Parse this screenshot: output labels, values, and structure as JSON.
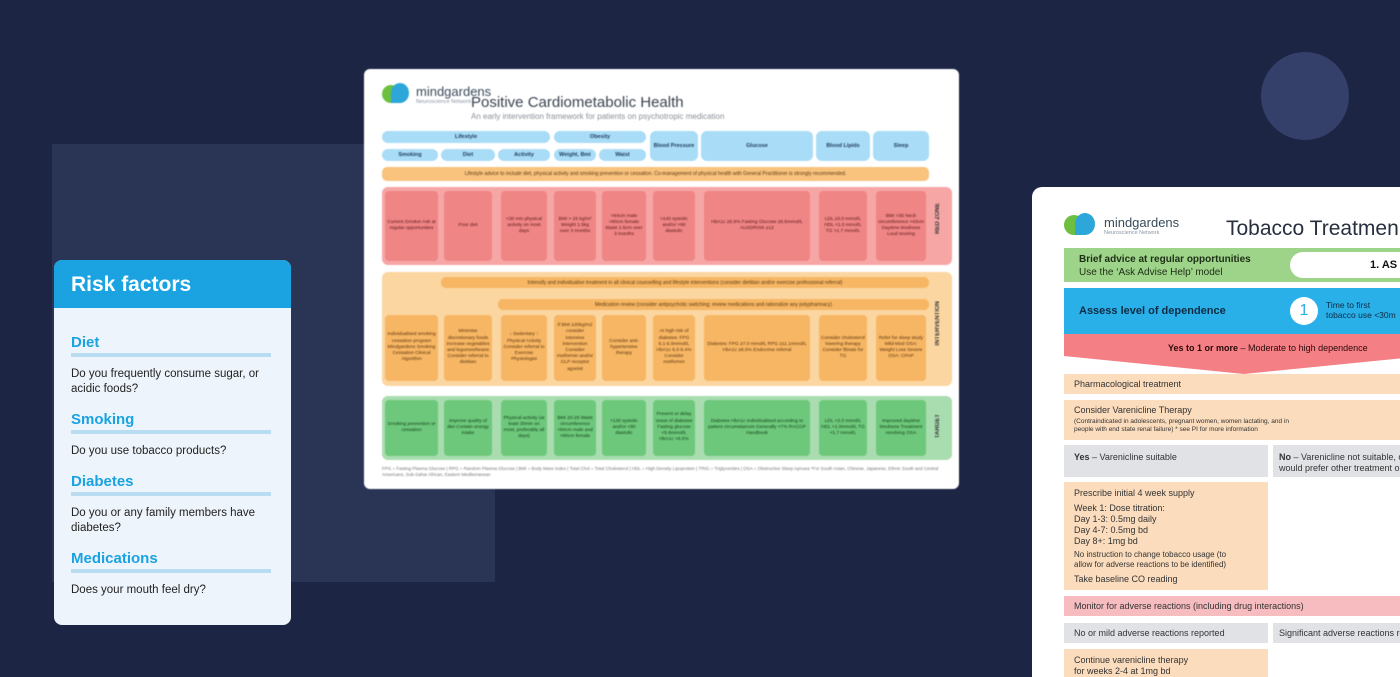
{
  "risk": {
    "title": "Risk factors",
    "sections": [
      {
        "title": "Diet",
        "question": "Do you frequently consume sugar, or acidic foods?"
      },
      {
        "title": "Smoking",
        "question": "Do you use tobacco products?"
      },
      {
        "title": "Diabetes",
        "question": "Do you or any family members have diabetes?"
      },
      {
        "title": "Medications",
        "question": "Does your mouth feel dry?"
      }
    ]
  },
  "cardio": {
    "logo_name": "mindgardens",
    "logo_sub": "Neuroscience Network",
    "title": "Positive Cardiometabolic Health",
    "subtitle": "An early intervention framework for patients on psychotropic medication",
    "headers": {
      "lifestyle": "Lifestyle",
      "obesity": "Obesity",
      "smoking": "Smoking",
      "diet": "Diet",
      "activity": "Activity",
      "weight": "Weight, Bmi",
      "waist": "Waist",
      "bp": "Blood Pressure",
      "glucose": "Glucose",
      "lipids": "Blood Lipids",
      "sleep": "Sleep"
    },
    "advice_bar": "Lifestyle advice to include diet, physical activity and smoking prevention or cessation. Co-management of physical health with General Practitioner is strongly recommended.",
    "red_zone_label": "RED ZONE",
    "red_cells": [
      "Current Smoker Ask at regular opportunities",
      "Poor diet",
      "<30 min physical activity on most days",
      "BMI > 25 kg/m² Weight 1.5kg over 3 months",
      ">94cm male >80cm female Waist 1-5cm over 3 months",
      ">140 systolic and/or >90 diastolic",
      "HbA1c ≥5.8% Fasting Glucose ≥5.6mmol/L AUSDRISK ≥12",
      "LDL ≥3.0 mmol/L HDL <1.0 mmol/L TG >1.7 mmol/L",
      "BMI >35 Neck circumference >43cm Daytime tiredness Loud snoring"
    ],
    "intervention_label": "INTERVENTION",
    "intervention_bar": "Intensify and individualise treatment in all clinical counselling and lifestyle interventions (consider dietitian and/or exercise professional referral)",
    "medication_bar": "Medication review (consider antipsychotic switching; review medications and rationalize any polypharmacy)",
    "amber_cells": [
      "Individualised smoking cessation program Mindgardens Smoking Cessation Clinical Algorithm",
      "Minimise discretionary foods Increase vegetables and legumes/beans Consider referral to dietitian",
      "↓ Sedentary ↑ Physical Activity Consider referral to Exercise Physiologist",
      "If BMI ≥30kg/m2 consider intensive intervention Consider metformin and/or GLP receptor agonist",
      "Consider anti-hypertensive therapy",
      "At high risk of diabetes: FPG 6.1-6.9mmol/L HbA1c 6.0-6.4% Consider metformin",
      "Diabetes: FPG ≥7.0 mmol/L RPG ≥11.1mmol/L HbA1c ≥6.5% Endocrine referral",
      "Consider cholesterol lowering therapy Consider fibrate for TG",
      "Refer for sleep study Mild-Mod OSA: Weight Loss Severe OSA: CPAP"
    ],
    "target_label": "TARGET",
    "green_cells": [
      "Smoking prevention or cessation",
      "Improve quality of diet Contain energy intake",
      "Physical activity (at least 30min on most, preferably all days)",
      "BMI 20-25 Waist circumference <94cm male and <80cm female",
      "<130 systolic and/or <80 diastolic",
      "Prevent or delay onset of diabetes Fasting glucose <5.6mmol/L HbA1c <6.0%",
      "Diabetes HbA1c individualised according to patient circumstances Generally <7% RACGP Handbook",
      "LDL <2.0 mmol/L HDL >1.0mmol/L TG <1.7 mmol/L",
      "Improved daytime tiredness Treatment resolving OSA"
    ],
    "footnote": "FPG = Fasting Plasma Glucose | RPG = Random Plasma Glucose | BMI = Body Mass Index | Total Chol = Total Cholesterol | HDL = High Density Lipoprotein | TRIG = Triglycerides | OSA = Obstructive Sleep Apnoea *For South Asian, Chinese, Japanese, Ethnic South and Central Americans, Sub-Sahar African, Eastern Mediterranean"
  },
  "tobacco": {
    "logo_name": "mindgardens",
    "logo_sub": "Neuroscience Network",
    "title": "Tobacco Treatmen",
    "brief_title": "Brief advice at regular opportunities",
    "brief_sub": "Use the ‘Ask Advise Help’ model",
    "step1": "1. AS",
    "assess": "Assess level of dependence",
    "circle": "1",
    "time_l1": "Time to first",
    "time_l2": "tobacco use <30m",
    "yes_strong": "Yes to 1 or more",
    "yes_rest": " – Moderate to high dependence",
    "pharm": "Pharmacological treatment",
    "consider": "Consider Varenicline Therapy",
    "contra1": "(Contraindicated in adolescents, pregnant women, women lactating, and in",
    "contra2": "people with end state renal failure) * see PI for more information",
    "yes_bold": "Yes",
    "yes_text": " – Varenicline suitable",
    "no_bold": "No",
    "no_text": " – Varenicline not suitable, o",
    "no_text2": "would prefer other treatment op",
    "prescribe": "Prescribe initial 4 week supply",
    "week1": "Week 1: Dose titration:",
    "day13": "Day 1-3: 0.5mg daily",
    "day47": "Day 4-7: 0.5mg bd",
    "day8": "Day 8+: 1mg bd",
    "noinst1": "No instruction to change tobacco usage (to",
    "noinst2": "allow for adverse reactions to be identified)",
    "baseline": "Take baseline CO reading",
    "monitor": "Monitor for adverse reactions (including drug interactions)",
    "no_mild": "No or mild adverse reactions reported",
    "significant": "Significant adverse reactions re",
    "continue1": "Continue varenicline therapy",
    "continue2": "for weeks 2-4 at 1mg bd"
  },
  "colors": {
    "background": "#1c2543",
    "accent_blue": "#1aa3e0",
    "red_zone": "#ef8585",
    "intervention": "#f7b663",
    "target": "#6ec87b"
  }
}
